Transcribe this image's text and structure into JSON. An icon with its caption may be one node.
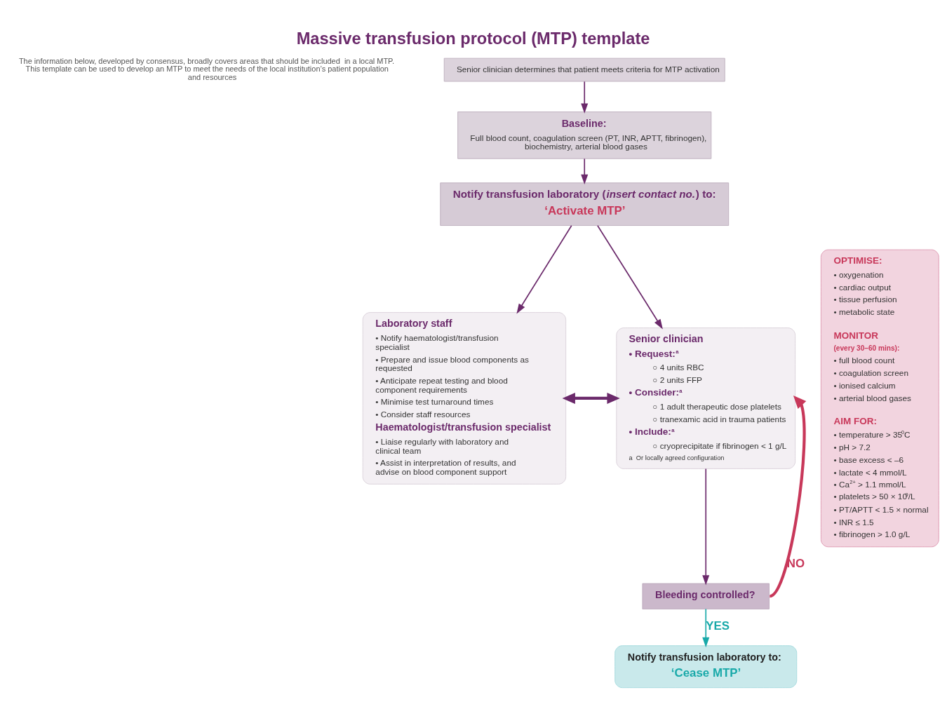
{
  "diagram": {
    "title": "Massive transfusion protocol (MTP) template",
    "nodes": [
      {
        "text": [
          "Senior clinician determines that patient meets criteria for MTP activation"
        ]
      },
      {
        "text": [
          "Baseline:",
          "Full blood count, coagulation screen (PT, INR, APTT, fibrinogen), biochemistry, arterial blood gases"
        ]
      },
      {
        "text": [
          "Notify transfusion laboratory (*insert contact no.*) to:",
          "‘Activate MTP’"
        ]
      },
      {
        "text": [
          "Laboratory staff",
          "• Notify haematologist/transfusion specialist",
          "• Prepare and issue blood components as requested",
          "• Anticipate repeat testing and blood component requirements",
          "• Minimise test turnaround times",
          "• Consider staff resources",
          "Haematologist/transfusion specialist",
          "• Liaise regularly with laboratory and clinical team",
          "• Assist in interpretation of results, and advise on blood component support"
        ]
      },
      {
        "text": [
          "Senior clinician",
          "• Request:$^{a}$",
          "○ 4 units RBC",
          "○ 2 units FFP",
          "• Consider:$^{a}$",
          "○ 1 adult therapeutic dose platelets",
          "○ tranexamic acid in trauma patients",
          "• Include:$^{a}$",
          "○ cryoprecipitate if fibrinogen < 1 g/L",
          "a  Or locally agreed configuration"
        ]
      },
      {
        "text": [
          "Bleeding controlled?"
        ]
      },
      {
        "text": [
          "Notify transfusion laboratory to:",
          "‘Cease MTP’"
        ]
      },
      {
        "text": [
          "OPTIMISE:",
          "• oxygenation",
          "• cardiac output",
          "• tissue perfusion",
          "• metabolic state",
          "MONITOR",
          "(every 30–60 mins):",
          "• full blood count",
          "• coagulation screen",
          "• ionised calcium",
          "• arterial blood gases",
          "AIM FOR:",
          "• temperature > 35$^{0}$C",
          "• pH > 7.2",
          "• base excess < –6",
          "• lactate < 4 mmol/L",
          "• Ca$^{2+}$ > 1.1 mmol/L",
          "• platelets > 50 × 10$^{9}$/L",
          "• PT/APTT < 1.5 × normal",
          "• INR ≤ 1.5",
          "• fibrinogen > 1.0 g/L"
        ]
      }
    ],
    "edges": [
      {
        "from": 0,
        "to": 1,
        "arrow": "to"
      },
      {
        "from": 1,
        "to": 2,
        "arrow": "to"
      },
      {
        "from": 2,
        "to": 3,
        "arrow": "to"
      },
      {
        "from": 2,
        "to": 4,
        "arrow": "to"
      },
      {
        "from": 3,
        "to": 4,
        "arrow": "both",
        "style": "thick"
      },
      {
        "from": 4,
        "to": 5,
        "arrow": "to"
      },
      {
        "from": 5,
        "to": 6,
        "arrow": "to",
        "label": "YES",
        "color": "#19a9a9"
      },
      {
        "from": 5,
        "to": 4,
        "arrow": "to",
        "label": "NO",
        "color": "#c8385a",
        "style": "thick"
      }
    ],
    "labels": [
      "The information below, developed by consensus, broadly covers areas that should be included  in a local MTP. This template can be used to develop an MTP to meet the needs of the local institution’s patient population and resources"
    ]
  }
}
